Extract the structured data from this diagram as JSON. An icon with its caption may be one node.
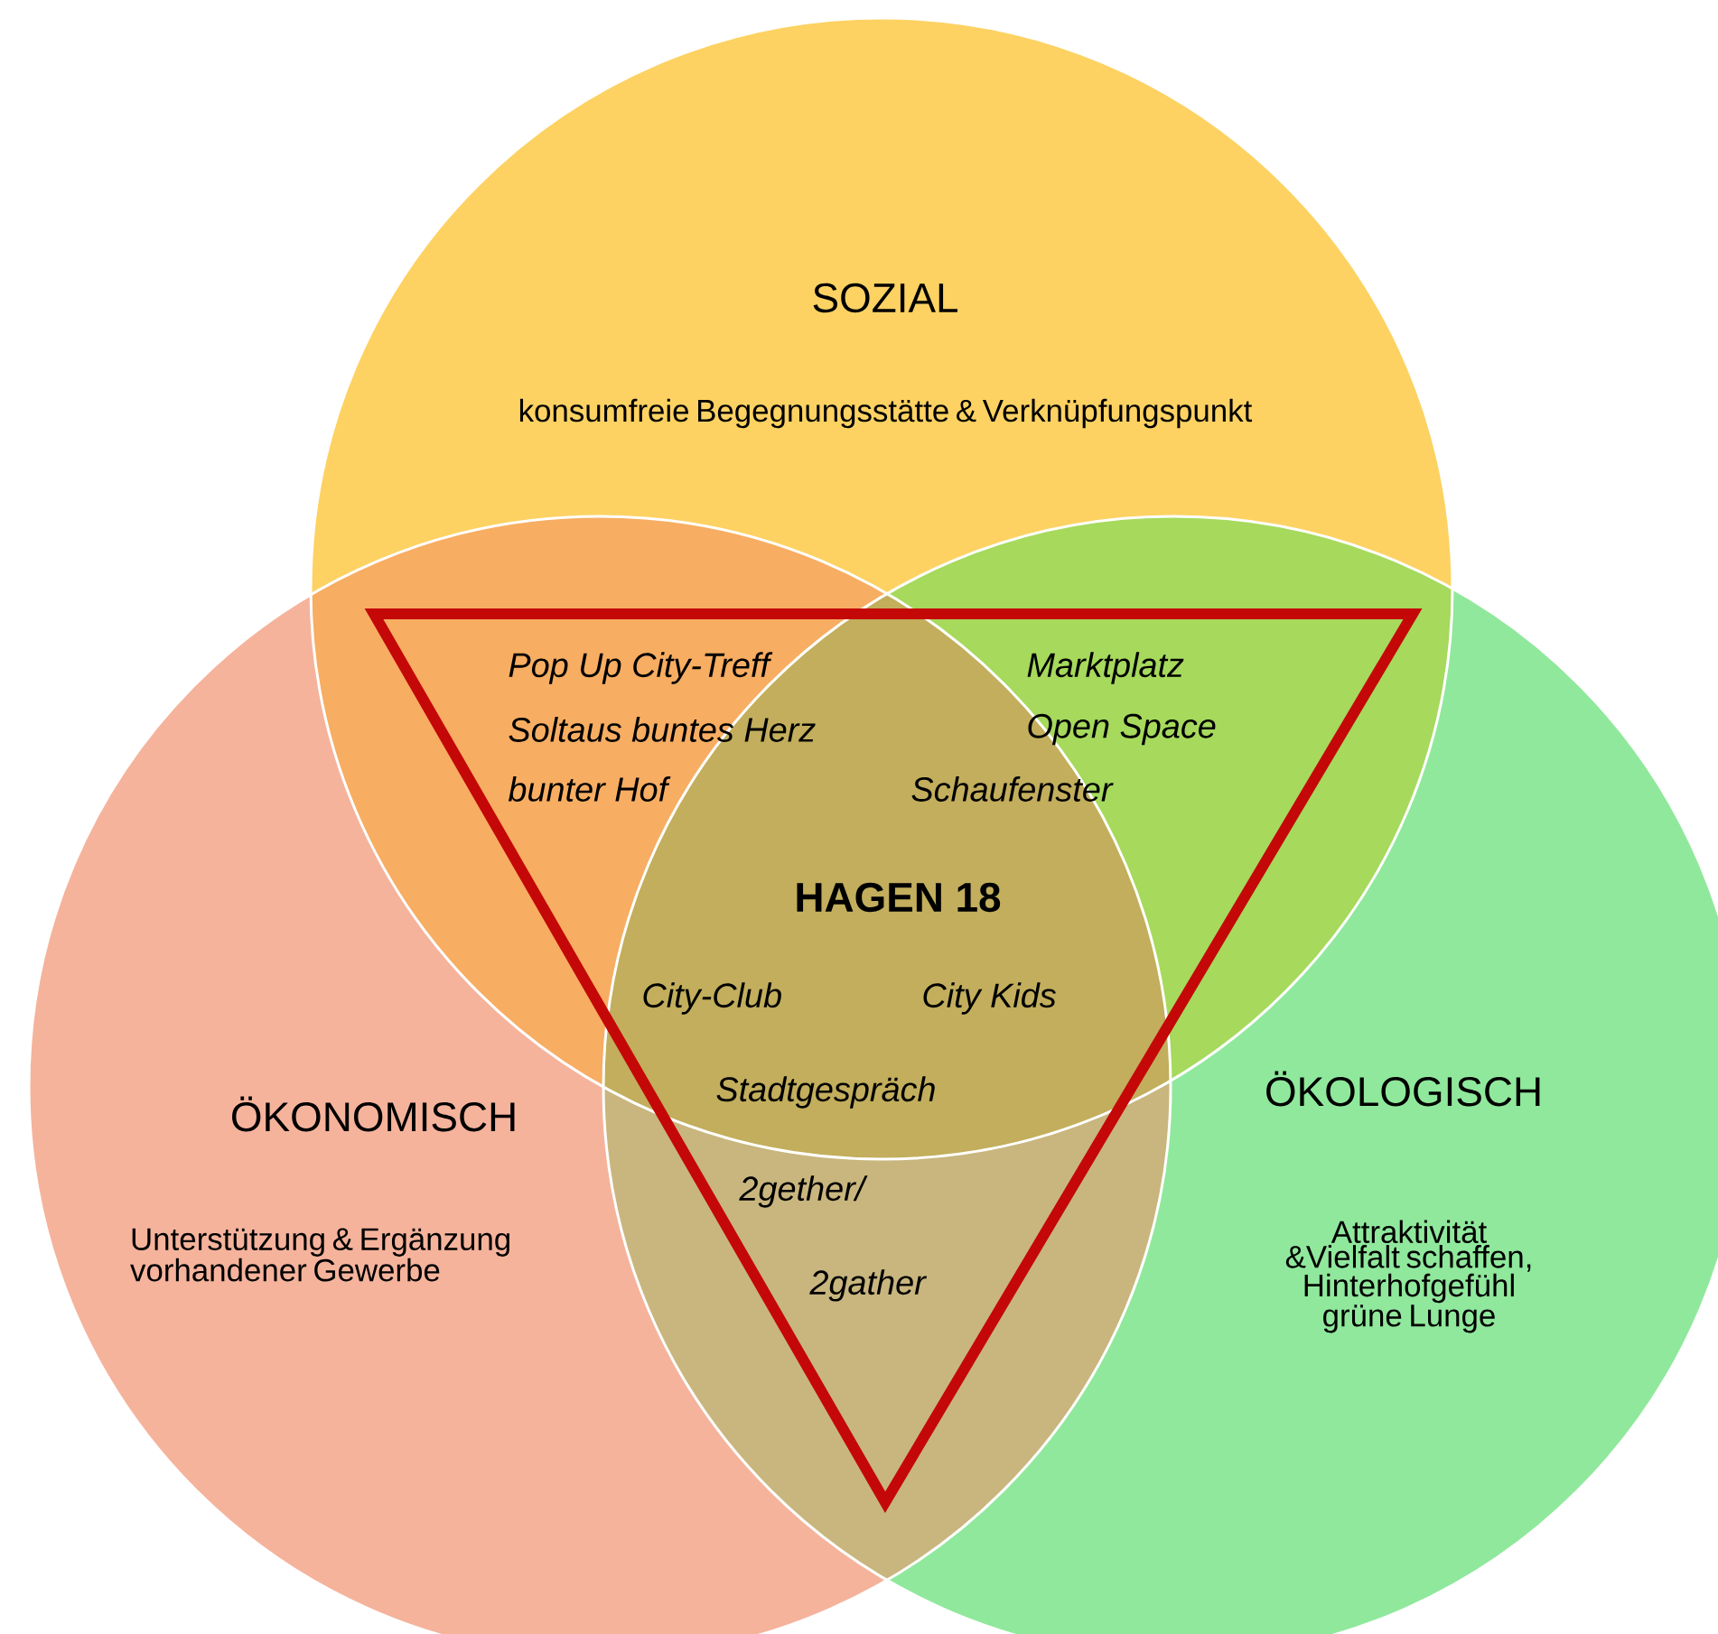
{
  "diagram": {
    "nodes": [
      {
        "text": [
          "SOZIAL",
          "konsumfreie Begegnungsstätte & Verknüpfungspunkt"
        ]
      },
      {
        "text": [
          "ÖKONOMISCH",
          "Unterstützung & Ergänzung vorhandener Gewerbe"
        ]
      },
      {
        "text": [
          "ÖKOLOGISCH",
          "Attraktivität &Vielfalt schaffen, Hinterhofgefühl grüne Lunge"
        ]
      },
      {
        "text": [
          "Pop Up City-Treff",
          "Marktplatz",
          "Soltaus buntes Herz",
          "Open Space",
          "bunter Hof",
          "Schaufenster",
          "HAGEN 18",
          "City-Club",
          "City Kids",
          "Stadtgespräch",
          "2gether/",
          "2gather"
        ]
      }
    ],
    "edges": []
  }
}
